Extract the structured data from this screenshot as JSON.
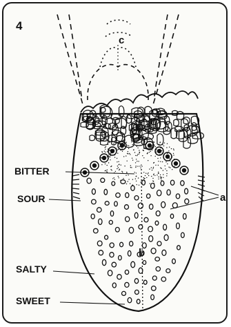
{
  "figure": {
    "number": "4",
    "labels": {
      "bitter": "BITTER",
      "sour": "SOUR",
      "salty": "SALTY",
      "sweet": "SWEET",
      "a": "a",
      "b": "b",
      "c": "c"
    }
  },
  "colors": {
    "ink": "#111111",
    "background": "#fbfbf8",
    "border": "#1a1a1a"
  }
}
